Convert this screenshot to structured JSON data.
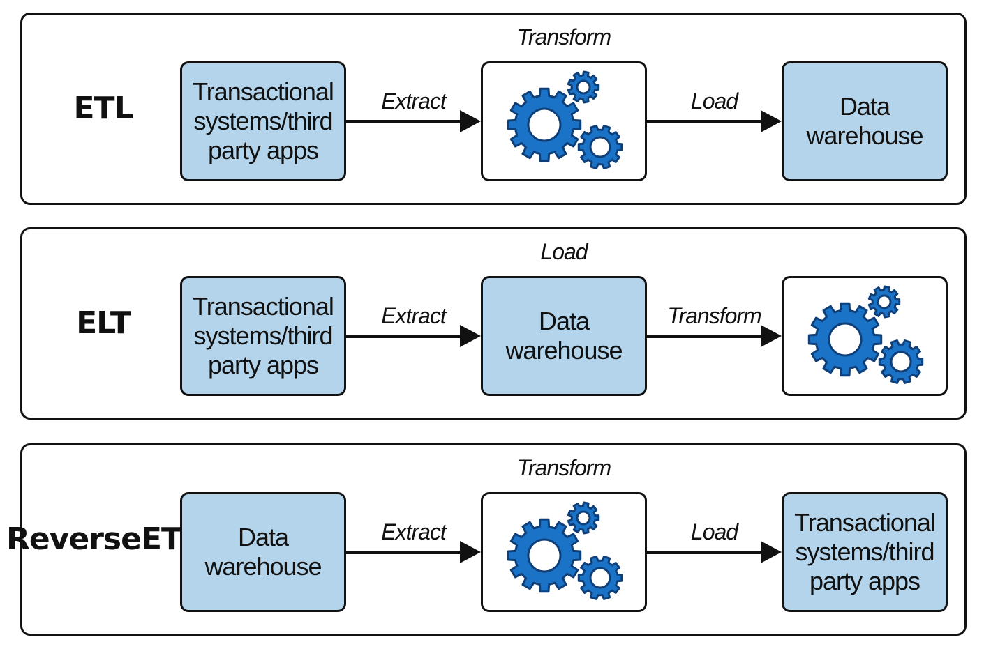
{
  "panels": [
    {
      "title_lines": [
        "ETL"
      ],
      "top_label": "Transform",
      "nodes": [
        {
          "kind": "data",
          "text": "Transactional\nsystems/third\nparty apps"
        },
        {
          "kind": "gear",
          "icon": "gears-icon"
        },
        {
          "kind": "data",
          "text": "Data\nwarehouse"
        }
      ],
      "edges": [
        "Extract",
        "Load"
      ]
    },
    {
      "title_lines": [
        "ELT"
      ],
      "top_label": "Load",
      "nodes": [
        {
          "kind": "data",
          "text": "Transactional\nsystems/third\nparty apps"
        },
        {
          "kind": "data",
          "text": "Data\nwarehouse"
        },
        {
          "kind": "gear",
          "icon": "gears-icon"
        }
      ],
      "edges": [
        "Extract",
        "Transform"
      ]
    },
    {
      "title_lines": [
        "Reverse",
        "ETL"
      ],
      "top_label": "Transform",
      "nodes": [
        {
          "kind": "data",
          "text": "Data\nwarehouse"
        },
        {
          "kind": "gear",
          "icon": "gears-icon"
        },
        {
          "kind": "data",
          "text": "Transactional\nsystems/third\nparty apps"
        }
      ],
      "edges": [
        "Extract",
        "Load"
      ]
    }
  ],
  "colors": {
    "data_box": "#b3d4ea",
    "gear_blue": "#1a73c7",
    "gear_dark": "#0f3f78",
    "stroke": "#111111"
  }
}
